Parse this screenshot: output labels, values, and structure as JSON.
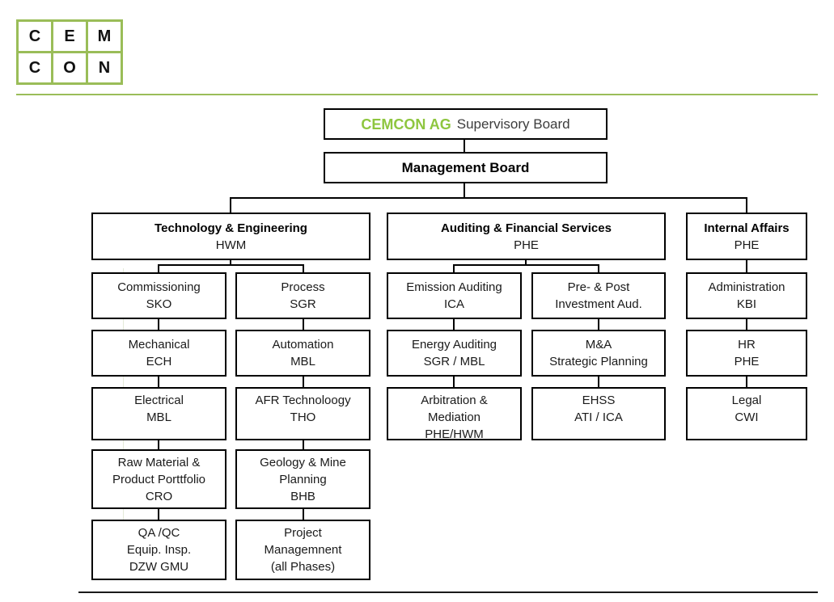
{
  "logo": {
    "letters": [
      "C",
      "E",
      "M",
      "C",
      "O",
      "N"
    ]
  },
  "colors": {
    "brand_green": "#8ec63f",
    "line_green": "#9abd58",
    "box_border": "#000000"
  },
  "chart": {
    "root": {
      "brand": "CEMCON AG",
      "title_rest": "Supervisory Board"
    },
    "management": {
      "title": "Management Board"
    },
    "branches": {
      "technology": {
        "title": "Technology & Engineering",
        "code": "HWM"
      },
      "auditing": {
        "title": "Auditing & Financial Services",
        "code": "PHE"
      },
      "internal": {
        "title": "Internal Affairs",
        "code": "PHE"
      }
    },
    "nodes": {
      "tech_col1": [
        [
          "Commissioning",
          "SKO"
        ],
        [
          "Mechanical",
          "ECH"
        ],
        [
          "Electrical",
          "MBL"
        ],
        [
          "Raw Material &",
          "Product Porttfolio",
          "CRO"
        ],
        [
          "QA /QC",
          "Equip. Insp.",
          "DZW GMU"
        ]
      ],
      "tech_col2": [
        [
          "Process",
          "SGR"
        ],
        [
          "Automation",
          "MBL"
        ],
        [
          "AFR Technoloogy",
          "THO"
        ],
        [
          "Geology & Mine",
          "Planning",
          "BHB"
        ],
        [
          "Project",
          "Managemnent",
          "(all Phases)"
        ]
      ],
      "audit_col1": [
        [
          "Emission Auditing",
          "ICA"
        ],
        [
          "Energy Auditing",
          "SGR / MBL"
        ],
        [
          "Arbitration &",
          "Mediation",
          "PHE/HWM"
        ]
      ],
      "audit_col2": [
        [
          "Pre- & Post",
          "Investment Aud."
        ],
        [
          "M&A",
          "Strategic Planning"
        ],
        [
          "EHSS",
          "ATI / ICA"
        ]
      ],
      "internal_col": [
        [
          "Administration",
          "KBI"
        ],
        [
          "HR",
          "PHE"
        ],
        [
          "Legal",
          "CWI"
        ]
      ]
    }
  }
}
